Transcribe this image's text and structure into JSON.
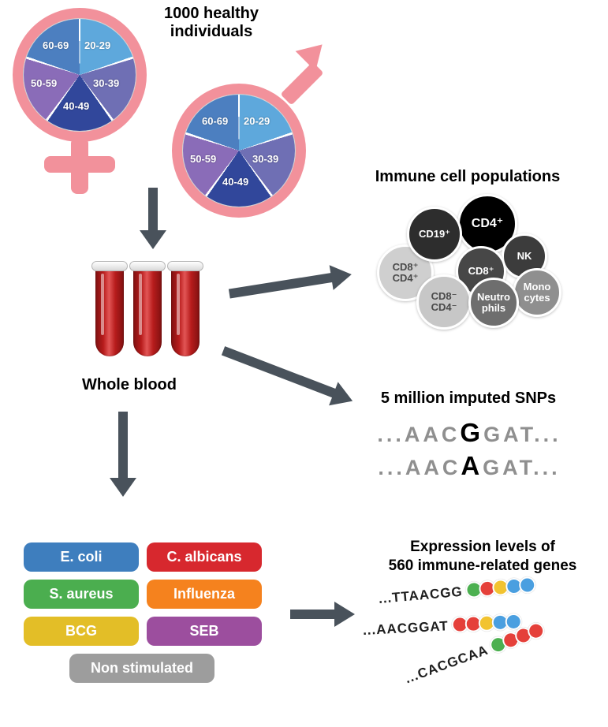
{
  "colors": {
    "symbol_pink": "#F2919B",
    "arrow_gray": "#49525B",
    "blood_red": "#B71C1C",
    "pie_slices": {
      "20-29": "#5EA8DC",
      "30-39": "#6F6FB4",
      "40-49": "#31479B",
      "50-59": "#8A6CB8",
      "60-69": "#4C7FC0"
    }
  },
  "demographics": {
    "heading": "1000 healthy\nindividuals",
    "age_groups": [
      "20-29",
      "30-39",
      "40-49",
      "50-59",
      "60-69"
    ]
  },
  "blood": {
    "label": "Whole blood"
  },
  "immune_cells": {
    "heading": "Immune cell populations",
    "cells": [
      {
        "label": "CD19⁺",
        "color": "#2D2D2D"
      },
      {
        "label": "CD4⁺",
        "color": "#000000"
      },
      {
        "label": "NK",
        "color": "#3C3C3C"
      },
      {
        "label": "CD8⁺",
        "color": "#474747"
      },
      {
        "label": "CD8⁺\nCD4⁺",
        "color": "#CFCFCF"
      },
      {
        "label": "Mono\ncytes",
        "color": "#8F8F8F"
      },
      {
        "label": "CD8⁻\nCD4⁻",
        "color": "#C7C7C7"
      },
      {
        "label": "Neutro\nphils",
        "color": "#6E6E6E"
      }
    ]
  },
  "snp": {
    "heading": "5 million imputed SNPs",
    "sequences": [
      {
        "pre": "...AAC",
        "variant": "G",
        "post": "GAT..."
      },
      {
        "pre": "...AAC",
        "variant": "A",
        "post": "GAT..."
      }
    ]
  },
  "stimuli": {
    "items": [
      {
        "label": "E. coli",
        "color": "#3E7EBE"
      },
      {
        "label": "C. albicans",
        "color": "#D7282E"
      },
      {
        "label": "S. aureus",
        "color": "#4BAE4F"
      },
      {
        "label": "Influenza",
        "color": "#F5821E"
      },
      {
        "label": "BCG",
        "color": "#E3BE27"
      },
      {
        "label": "SEB",
        "color": "#9C4E9E"
      },
      {
        "label": "Non stimulated",
        "color": "#9D9D9D"
      }
    ]
  },
  "expression": {
    "heading": "Expression levels of\n560 immune-related genes",
    "rows": [
      {
        "sequence": "...TTAACGG",
        "beads": [
          "#4CB050",
          "#E5403A",
          "#F2C330",
          "#4A9FE0",
          "#4A9FE0"
        ]
      },
      {
        "sequence": "...AACGGAT",
        "beads": [
          "#E5403A",
          "#E5403A",
          "#F2C330",
          "#4A9FE0",
          "#4A9FE0"
        ]
      },
      {
        "sequence": "...CACGCAA",
        "beads": [
          "#4CB050",
          "#E5403A",
          "#E5403A",
          "#E5403A"
        ]
      }
    ]
  }
}
